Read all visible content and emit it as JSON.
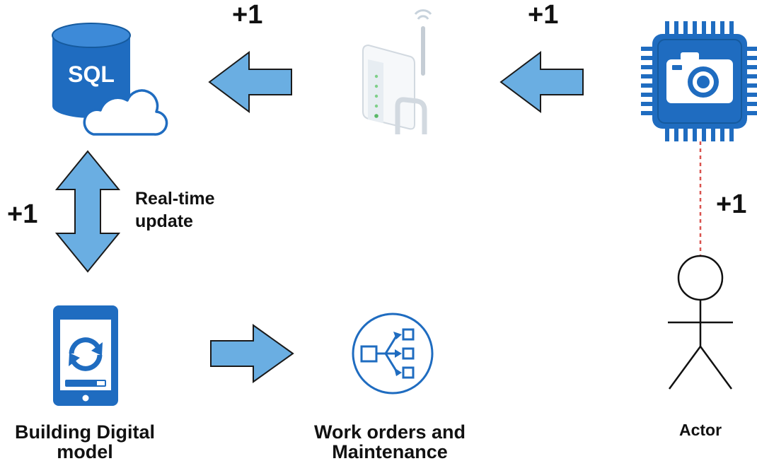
{
  "labels": {
    "plus_top_left": "+1",
    "plus_top_right": "+1",
    "plus_left": "+1",
    "plus_right": "+1",
    "realtime_line1": "Real-time",
    "realtime_line2": "update",
    "building_line1": "Building Digital",
    "building_line2": "model",
    "workorders_line1": "Work orders and",
    "workorders_line2": "Maintenance",
    "actor": "Actor"
  },
  "icons": {
    "database": "sql-cloud-database-icon",
    "router": "wifi-router-icon",
    "camera": "iot-camera-chip-icon",
    "tablet": "tablet-sync-icon",
    "workflow": "workflow-icon",
    "actor": "stick-figure-actor-icon"
  },
  "colors": {
    "arrow_fill": "#6aaee2",
    "arrow_stroke": "#1a1a1a",
    "icon_blue": "#1f6cc0",
    "icon_blue_dark": "#155a9e",
    "dashed_link": "#d9534f"
  }
}
